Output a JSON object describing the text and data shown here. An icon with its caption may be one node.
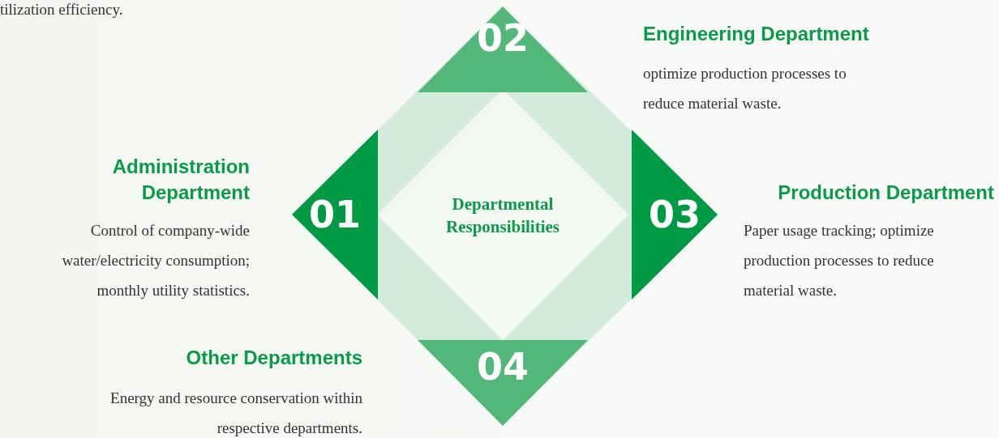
{
  "diagram": {
    "nodes": [
      {
        "text": [
          "Departmental Responsibilities"
        ]
      },
      {
        "text": [
          "01"
        ],
        "beside": [
          "Administration Department",
          "Control of company-wide water/electricity consumption; monthly utility statistics."
        ]
      },
      {
        "text": [
          "02"
        ],
        "beside": [
          "Engineering Department",
          "optimize production processes to reduce material waste."
        ]
      },
      {
        "text": [
          "03"
        ],
        "beside": [
          "Production Department",
          "Paper usage tracking; optimize production processes to reduce material waste."
        ]
      },
      {
        "text": [
          "04"
        ],
        "beside": [
          "Other Departments",
          "Energy and resource conservation within respective departments."
        ]
      }
    ],
    "labels": [
      "tilization efficiency."
    ]
  }
}
